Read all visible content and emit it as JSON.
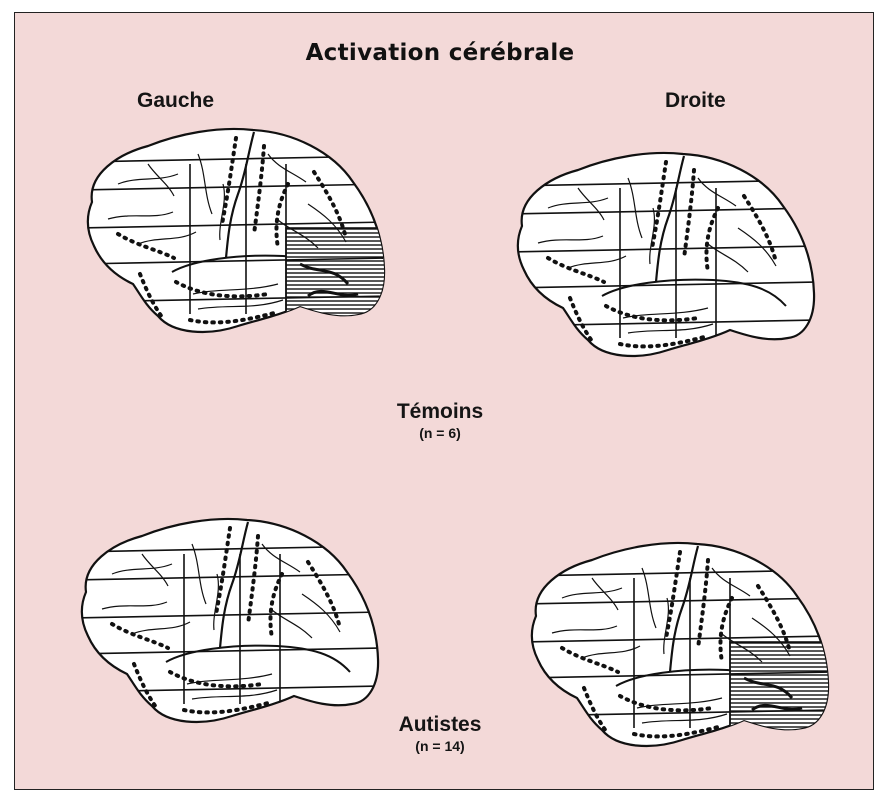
{
  "title": "Activation cérébrale",
  "columns": {
    "left": "Gauche",
    "right": "Droite"
  },
  "groups": [
    {
      "name": "Témoins",
      "n": "(n = 6)",
      "activation": {
        "left": true,
        "right": false
      }
    },
    {
      "name": "Autistes",
      "n": "(n = 14)",
      "activation": {
        "left": false,
        "right": true
      }
    }
  ],
  "colors": {
    "background": "#f3d9d8",
    "brain_fill": "#ffffff",
    "ink": "#111111"
  }
}
